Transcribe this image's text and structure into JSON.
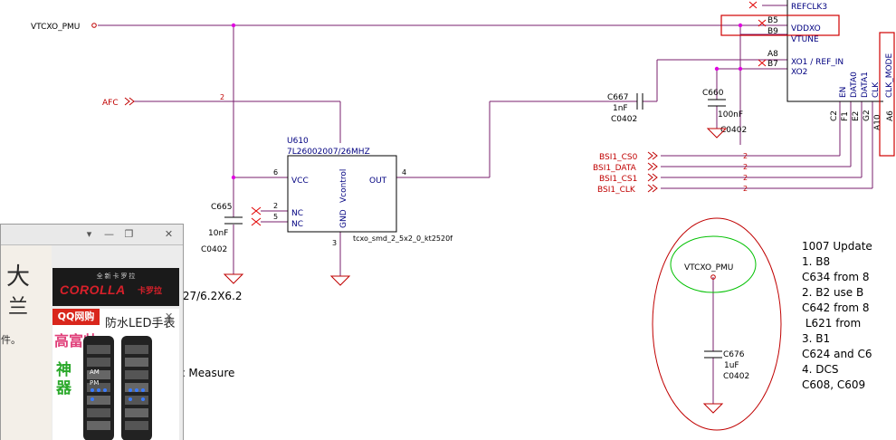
{
  "colors": {
    "net": "#7a1f6e",
    "outline": "#000000",
    "label_red": "#c00000",
    "label_blue": "#000080",
    "junction": "#e000e0",
    "port_red": "#e00000",
    "highlight_box": "#d00000",
    "green_circle": "#00c000",
    "red_ellipse": "#c00000"
  },
  "nets": {
    "vtcxo_pmu": "VTCXO_PMU",
    "afc": "AFC",
    "afc_pin": "2",
    "vtcxo_pmu_local": "VTCXO_PMU"
  },
  "u610": {
    "ref": "U610",
    "value": "7L26002007/26MHZ",
    "footprint": "tcxo_smd_2_5x2_0_kt2520f",
    "pins": {
      "vcc": "VCC",
      "vcc_num": "6",
      "out": "OUT",
      "out_num": "4",
      "vcontrol": "Vcontrol",
      "gnd": "GND",
      "gnd_num": "3",
      "nc1": "NC",
      "nc1_num": "2",
      "nc2": "NC",
      "nc2_num": "5"
    }
  },
  "c665": {
    "ref": "C665",
    "value": "10nF",
    "pkg": "C0402"
  },
  "c667": {
    "ref": "C667",
    "value": "1nF",
    "pkg": "C0402"
  },
  "c660": {
    "ref": "C660",
    "value": "100nF",
    "pkg": "C0402"
  },
  "c676": {
    "ref": "C676",
    "value": "1uF",
    "pkg": "C0402"
  },
  "ic_pins": {
    "refclk3": "REFCLK3",
    "b5": "B5",
    "vddxo": "VDDXO",
    "b9": "B9",
    "vtune": "VTUNE",
    "a8": "A8",
    "xo1": "XO1 / REF_IN",
    "b7": "B7",
    "xo2": "XO2",
    "en": "EN",
    "data0": "DATA0",
    "data1": "DATA1",
    "clk": "CLK",
    "clk_mode": "CLK_MODE",
    "c2": "C2",
    "f1": "F1",
    "e2": "E2",
    "g2": "G2",
    "a10": "A10",
    "a6": "A6"
  },
  "bsi_ports": [
    {
      "name": "BSI1_CS0",
      "pin": "2"
    },
    {
      "name": "BSI1_DATA",
      "pin": "2"
    },
    {
      "name": "BSI1_CS1",
      "pin": "2"
    },
    {
      "name": "BSI1_CLK",
      "pin": "2"
    }
  ],
  "notes": {
    "left": [
      ".27/6.2X6.2",
      "c Measure"
    ],
    "right": [
      "1007 Update",
      "1. B8",
      "C634 from 8",
      "2. B2 use B",
      "C642 from 8",
      " L621 from ",
      "3. B1",
      "C624 and C6",
      "4. DCS",
      "C608, C609"
    ]
  },
  "popup": {
    "calligraphy": [
      "大",
      "兰",
      "件。"
    ],
    "ad_top_sub": "全 新 卡 罗 拉",
    "ad_top_main": "COROLLA",
    "ad_top_cn": "卡罗拉",
    "qq_badge": "QQ网购",
    "headline": "防水LED手表",
    "slogan1": "高富帅",
    "slogan2": "神器",
    "watch_labels": [
      "AM",
      "PM"
    ]
  }
}
